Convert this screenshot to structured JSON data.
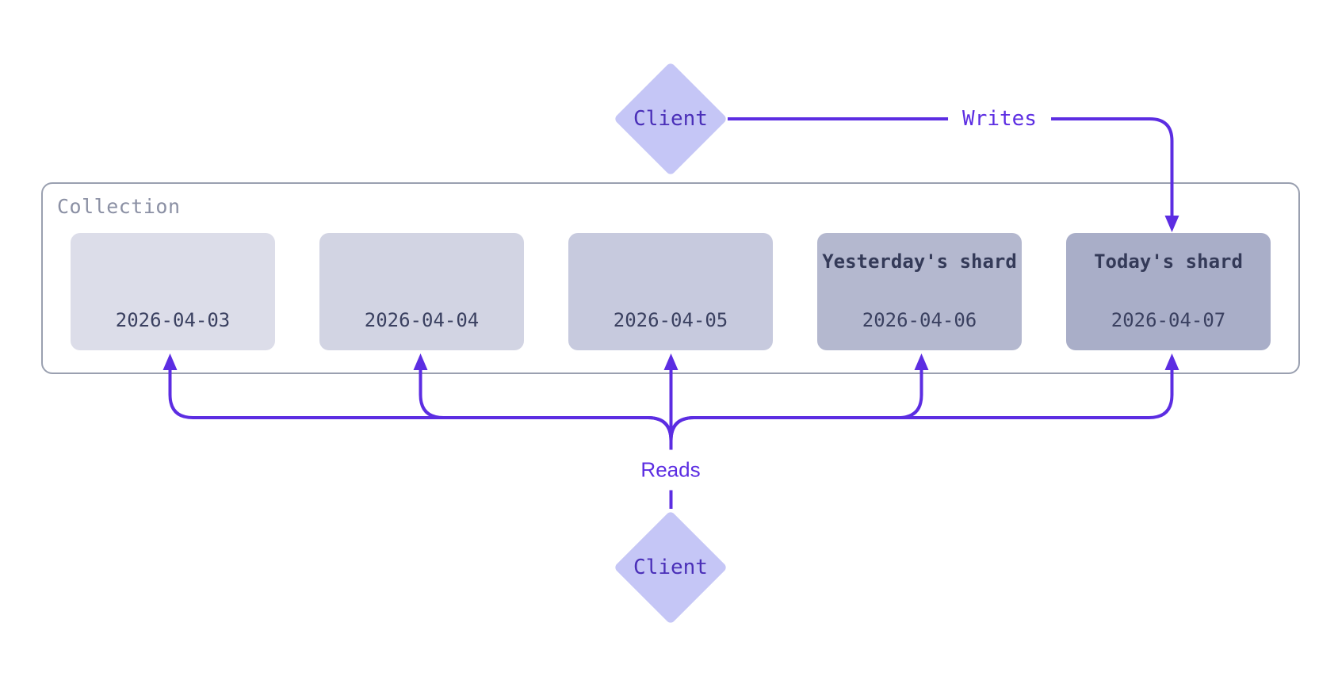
{
  "colors": {
    "background": "#ffffff",
    "accent": "#5c2de2",
    "client_fill": "#c5c6f6",
    "client_text": "#4a2fb8",
    "collection_border": "#9aa0b0",
    "collection_label_text": "#8b90a4",
    "shard_text": "#3a4060",
    "shard_title_text": "#343a58"
  },
  "writes_client": {
    "label": "Client"
  },
  "reads_client": {
    "label": "Client"
  },
  "edges": {
    "writes_label": "Writes",
    "reads_label": "Reads"
  },
  "collection": {
    "label": "Collection",
    "shards": [
      {
        "title": "",
        "date": "2026-04-03",
        "fill": "#dcdde9"
      },
      {
        "title": "",
        "date": "2026-04-04",
        "fill": "#d2d4e3"
      },
      {
        "title": "",
        "date": "2026-04-05",
        "fill": "#c7cade"
      },
      {
        "title": "Yesterday's shard",
        "date": "2026-04-06",
        "fill": "#b4b8cf"
      },
      {
        "title": "Today's shard",
        "date": "2026-04-07",
        "fill": "#a9aec8"
      }
    ]
  }
}
